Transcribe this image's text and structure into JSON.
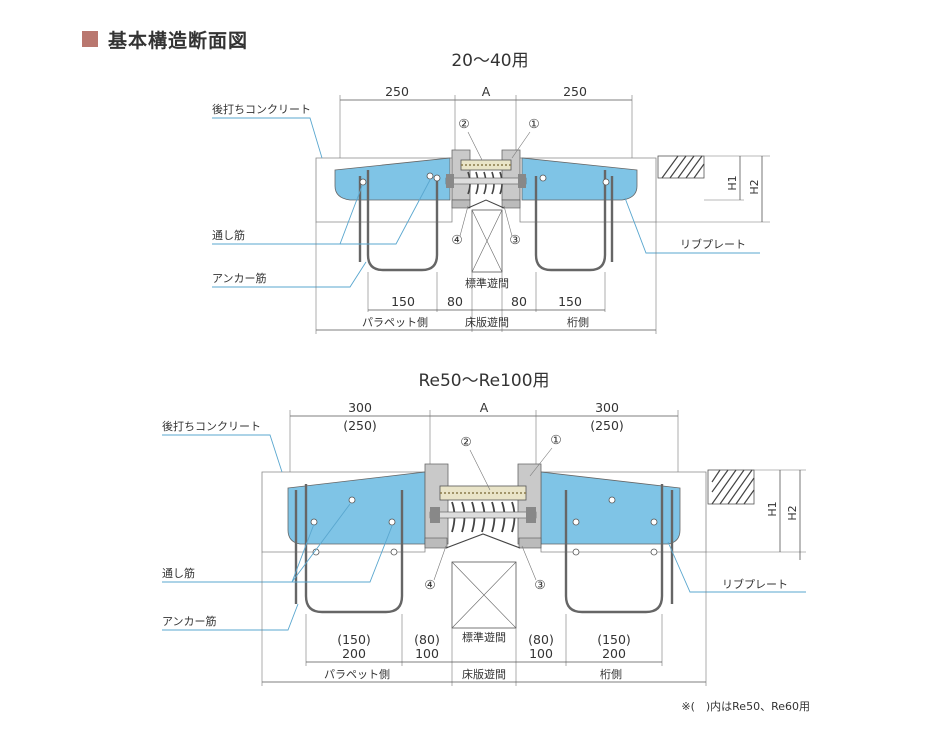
{
  "header": {
    "title": "基本構造断面図"
  },
  "diagrams": [
    {
      "title": "20～40用",
      "dims_top": [
        "250",
        "A",
        "250"
      ],
      "dims_bottom_upper": [
        "150",
        "80",
        "80",
        "150"
      ],
      "dims_bottom_lower": [
        "パラペット側",
        "床版遊間",
        "桁側"
      ],
      "gap_label": "標準遊間",
      "callouts": [
        "①",
        "②",
        "③",
        "④"
      ],
      "labels": {
        "concrete": "後打ちコンクリート",
        "through_bar": "通し筋",
        "anchor_bar": "アンカー筋",
        "rib_plate": "リブプレート",
        "h1": "H1",
        "h2": "H2"
      }
    },
    {
      "title": "Re50～Re100用",
      "dims_top": [
        "300",
        "(250)",
        "A",
        "300",
        "(250)"
      ],
      "dims_bottom_upper": [
        "(150)",
        "200",
        "(80)",
        "100",
        "(80)",
        "100",
        "(150)",
        "200"
      ],
      "dims_bottom_lower": [
        "パラペット側",
        "床版遊間",
        "桁側"
      ],
      "gap_label": "標準遊間",
      "callouts": [
        "①",
        "②",
        "③",
        "④"
      ],
      "labels": {
        "concrete": "後打ちコンクリート",
        "through_bar": "通し筋",
        "anchor_bar": "アンカー筋",
        "rib_plate": "リブプレート",
        "h1": "H1",
        "h2": "H2"
      }
    }
  ],
  "footnote": "※(　)内はRe50、Re60用",
  "colors": {
    "title_square": "#b9776f",
    "rib_plate": "#7fc4e6",
    "leader": "#5aa7cf"
  }
}
